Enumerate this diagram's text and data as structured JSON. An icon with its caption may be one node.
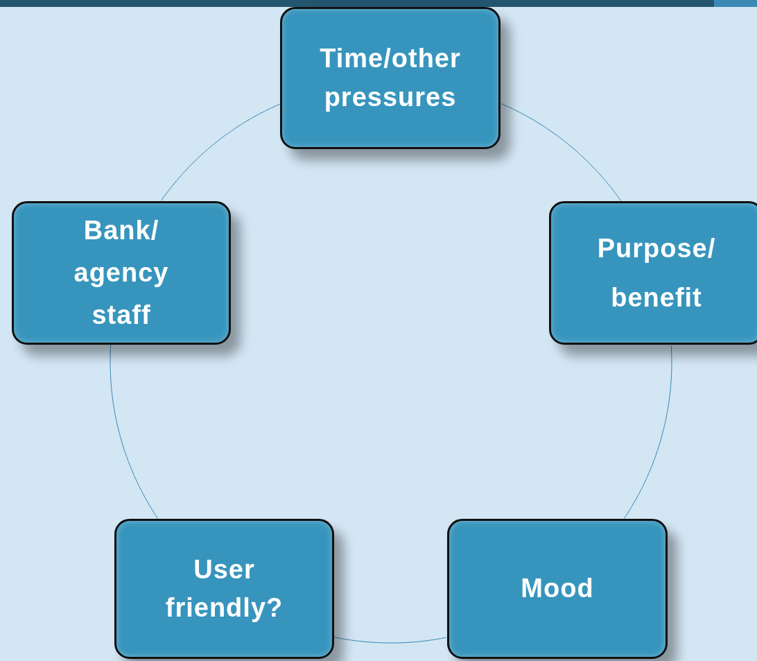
{
  "diagram": {
    "nodes": [
      {
        "text": [
          "Time/other pressures"
        ]
      },
      {
        "text": [
          "Bank/ agency staff"
        ]
      },
      {
        "text": [
          "Purpose/ benefit"
        ]
      },
      {
        "text": [
          "User friendly?"
        ]
      },
      {
        "text": [
          "Mood"
        ]
      }
    ],
    "edges": [
      {
        "from": 0,
        "to": 2,
        "arrow": "none"
      },
      {
        "from": 2,
        "to": 4,
        "arrow": "none"
      },
      {
        "from": 4,
        "to": 3,
        "arrow": "none"
      },
      {
        "from": 3,
        "to": 1,
        "arrow": "none"
      },
      {
        "from": 1,
        "to": 0,
        "arrow": "none"
      }
    ]
  }
}
